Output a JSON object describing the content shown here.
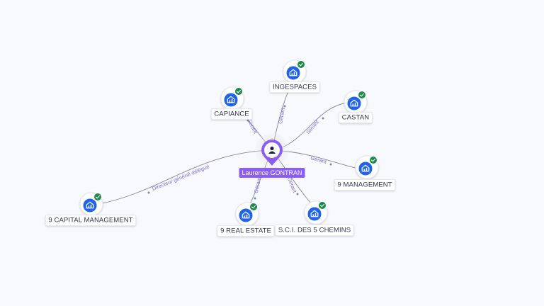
{
  "colors": {
    "accent": "#8b5cf6",
    "company_icon": "#1e63e9",
    "verified_badge": "#188a4a",
    "edge": "#7f86a6",
    "edge_label": "#7a6fe8"
  },
  "center": {
    "name": "Laurence GONTRAN",
    "icon": "person-icon"
  },
  "companies": [
    {
      "id": "ingespaces",
      "name": "INGESPACES",
      "icon": "building-icon",
      "verified": true,
      "role": "Gérant"
    },
    {
      "id": "capiance",
      "name": "CAPIANCE",
      "icon": "building-icon",
      "verified": true,
      "role": "Gérant"
    },
    {
      "id": "castan",
      "name": "CASTAN",
      "icon": "building-icon",
      "verified": true,
      "role": "Gérant"
    },
    {
      "id": "9-management",
      "name": "9 MANAGEMENT",
      "icon": "building-icon",
      "verified": true,
      "role": "Gérant"
    },
    {
      "id": "9-capital-management",
      "name": "9 CAPITAL MANAGEMENT",
      "icon": "building-icon",
      "verified": true,
      "role": "Directeur général délégué"
    },
    {
      "id": "9-real-estate",
      "name": "9 REAL ESTATE",
      "icon": "building-icon",
      "verified": true,
      "role": "Gérant"
    },
    {
      "id": "sci-des-5-chemins",
      "name": "S.C.I. DES 5 CHEMINS",
      "icon": "building-icon",
      "verified": true,
      "role": "Gérant"
    }
  ]
}
